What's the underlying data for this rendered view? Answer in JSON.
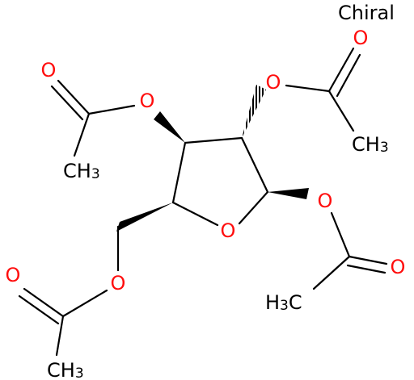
{
  "molecule": {
    "stereo_label": "Chiral",
    "atoms": [
      {
        "id": "o_ring",
        "symbol": "O",
        "color": "#ff0d0d"
      },
      {
        "id": "o_ester_top",
        "symbol": "O",
        "color": "#ff0d0d"
      },
      {
        "id": "o_carbonyl_top",
        "symbol": "O",
        "color": "#ff0d0d"
      },
      {
        "id": "o_ester_left",
        "symbol": "O",
        "color": "#ff0d0d"
      },
      {
        "id": "o_carbonyl_left",
        "symbol": "O",
        "color": "#ff0d0d"
      },
      {
        "id": "o_ester_right",
        "symbol": "O",
        "color": "#ff0d0d"
      },
      {
        "id": "o_carbonyl_right",
        "symbol": "O",
        "color": "#ff0d0d"
      },
      {
        "id": "o_ester_bottom",
        "symbol": "O",
        "color": "#ff0d0d"
      },
      {
        "id": "o_carbonyl_bottom",
        "symbol": "O",
        "color": "#ff0d0d"
      }
    ],
    "methyls": [
      {
        "id": "ch3_top",
        "main": "CH",
        "sub": "3"
      },
      {
        "id": "ch3_left",
        "main": "CH",
        "sub": "3"
      },
      {
        "id": "ch3_right",
        "pre": "H",
        "sub": "3",
        "main": "C"
      },
      {
        "id": "ch3_bottom",
        "main": "CH",
        "sub": "3"
      }
    ],
    "colors": {
      "bond": "#000000",
      "oxygen": "#ff0d0d",
      "carbon": "#000000"
    }
  }
}
